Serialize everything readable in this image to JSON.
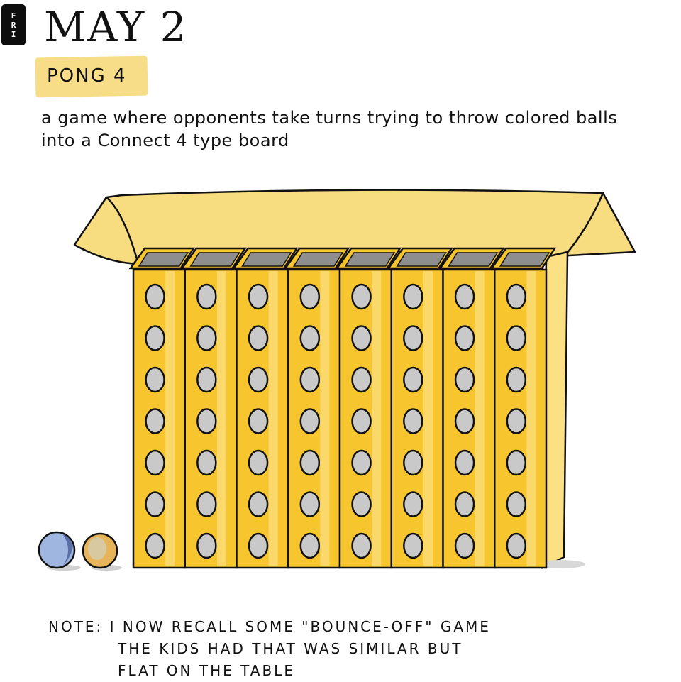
{
  "header": {
    "day": [
      "F",
      "R",
      "I"
    ],
    "date": "MAY 2",
    "subtitle": "PONG 4"
  },
  "description": {
    "lines": [
      "a game where opponents take turns trying to throw  colored balls",
      "into a Connect 4 type board"
    ]
  },
  "illustration": {
    "subject": "connect-4-style-board",
    "columns": 8,
    "rows": 7,
    "colors": {
      "board": "#f7c52e",
      "board_light": "#fbe084",
      "lid": "#f7dc80",
      "hole": "#c9c9c9",
      "slot_inside": "#8e8e8e",
      "ball_blue": "#9fb6e0",
      "ball_orange": "#e7b45a",
      "outline": "#111111"
    },
    "balls": [
      "blue-ball",
      "orange-ball"
    ]
  },
  "note": {
    "lines": [
      "NOTE: I NOW RECALL SOME \"BOUNCE-OFF\" GAME",
      "THE KIDS HAD THAT WAS SIMILAR BUT",
      "FLAT ON THE TABLE"
    ]
  }
}
